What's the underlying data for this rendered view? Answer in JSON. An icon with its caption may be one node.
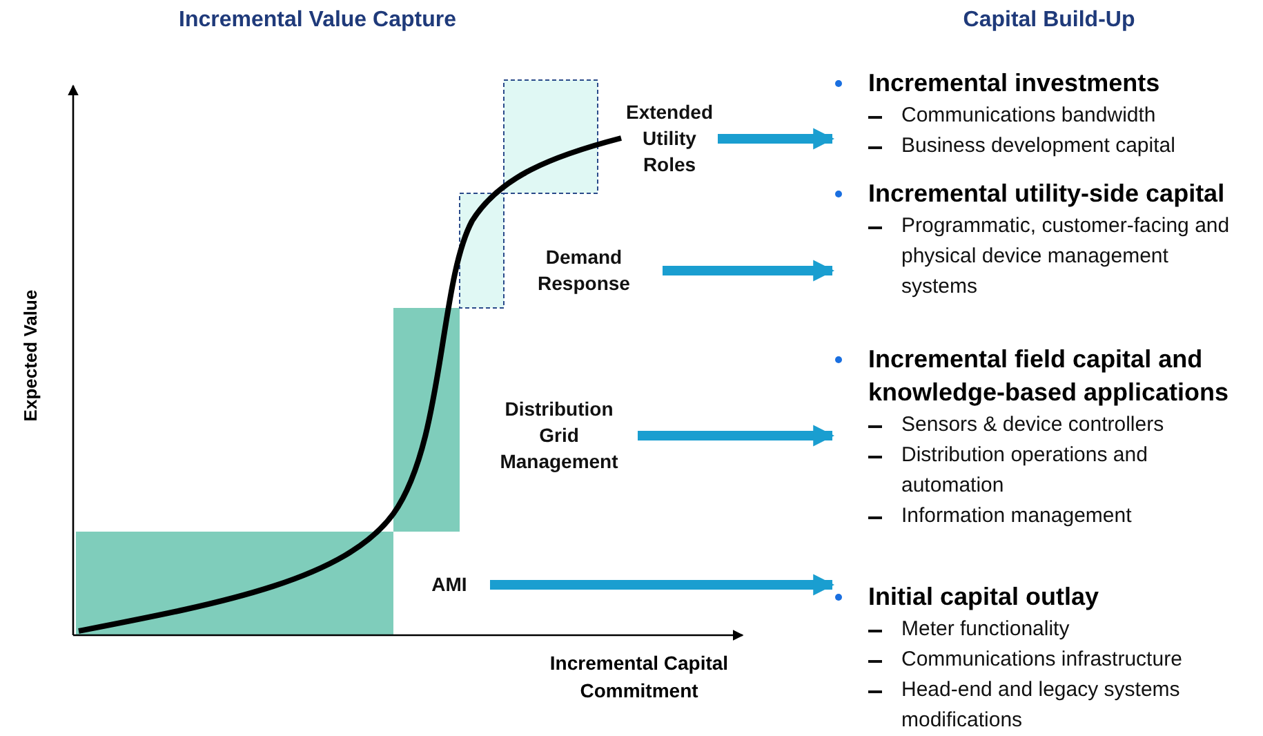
{
  "diagram": {
    "nodes": [
      {
        "text": [
          "Extended Utility Roles"
        ]
      },
      {
        "text": [
          "Demand Response"
        ]
      },
      {
        "text": [
          "Distribution Grid Management"
        ]
      },
      {
        "text": [
          "AMI"
        ]
      },
      {
        "text": [
          "Incremental investments",
          "Communications bandwidth",
          "Business development capital"
        ]
      },
      {
        "text": [
          "Incremental utility-side capital",
          "Programmatic, customer-facing and physical device management systems"
        ]
      },
      {
        "text": [
          "Incremental field capital and knowledge-based applications",
          "Sensors & device controllers",
          "Distribution operations and automation",
          "Information management"
        ]
      },
      {
        "text": [
          "Initial capital outlay",
          "Meter functionality",
          "Communications infrastructure",
          "Head-end and legacy systems modifications"
        ]
      }
    ],
    "edges": [
      {
        "from": 0,
        "to": 4,
        "arrow": "to"
      },
      {
        "from": 1,
        "to": 5,
        "arrow": "to"
      },
      {
        "from": 2,
        "to": 6,
        "arrow": "to"
      },
      {
        "from": 3,
        "to": 7,
        "arrow": "to"
      }
    ],
    "labels": [
      "Incremental Value Capture",
      "Capital Build-Up",
      "Expected Value",
      "Incremental Capital Commitment"
    ]
  }
}
